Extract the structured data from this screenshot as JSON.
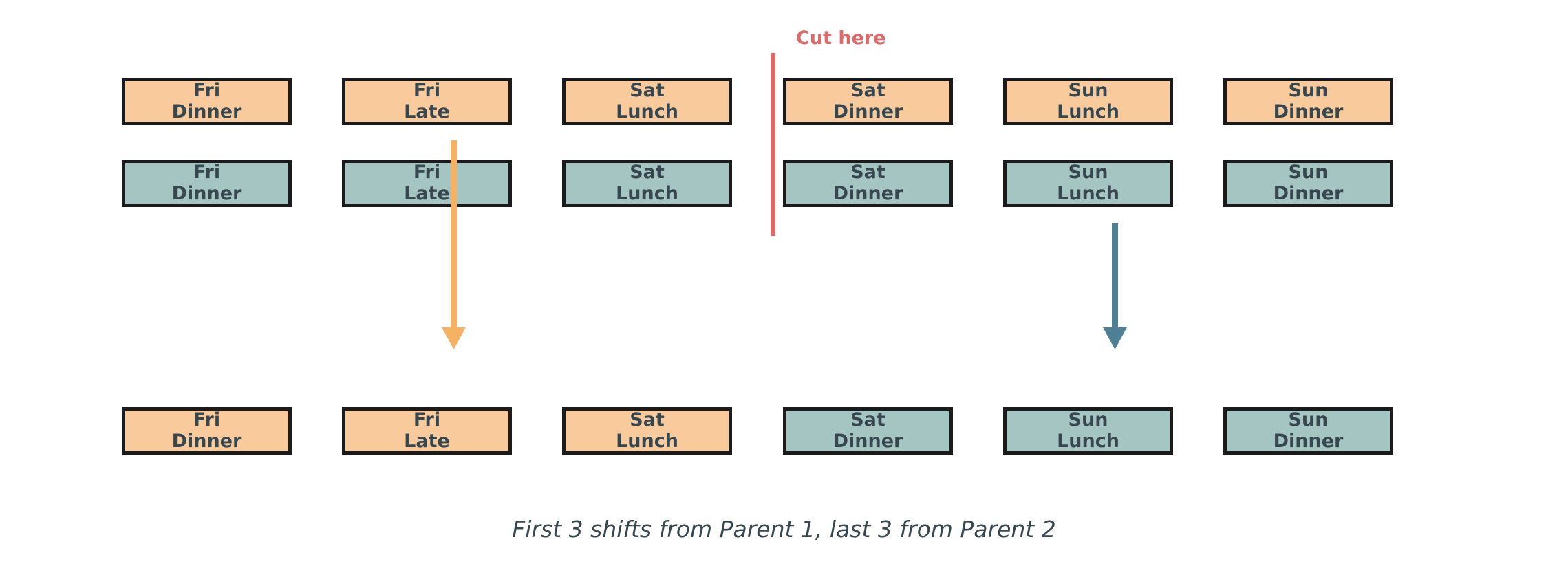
{
  "diagram": {
    "title_label": "Cut here",
    "caption": "First 3 shifts from Parent 1, last 3 from Parent 2",
    "colors": {
      "parent1": "#f9cb9c",
      "parent2": "#a5c5c3",
      "cut": "#dd6a66",
      "border": "#1b1b1b",
      "text": "#37474f"
    }
  },
  "rows": [
    {
      "name": "parent-1-row",
      "cells": [
        {
          "day": "Fri",
          "meal": "Dinner",
          "parent": "parent1"
        },
        {
          "day": "Fri",
          "meal": "Late",
          "parent": "parent1"
        },
        {
          "day": "Sat",
          "meal": "Lunch",
          "parent": "parent1"
        },
        {
          "day": "Sat",
          "meal": "Dinner",
          "parent": "parent1"
        },
        {
          "day": "Sun",
          "meal": "Lunch",
          "parent": "parent1"
        },
        {
          "day": "Sun",
          "meal": "Dinner",
          "parent": "parent1"
        }
      ]
    },
    {
      "name": "parent-2-row",
      "cells": [
        {
          "day": "Fri",
          "meal": "Dinner",
          "parent": "parent2"
        },
        {
          "day": "Fri",
          "meal": "Late",
          "parent": "parent2"
        },
        {
          "day": "Sat",
          "meal": "Lunch",
          "parent": "parent2"
        },
        {
          "day": "Sat",
          "meal": "Dinner",
          "parent": "parent2"
        },
        {
          "day": "Sun",
          "meal": "Lunch",
          "parent": "parent2"
        },
        {
          "day": "Sun",
          "meal": "Dinner",
          "parent": "parent2"
        }
      ]
    },
    {
      "name": "child-row",
      "cells": [
        {
          "day": "Fri",
          "meal": "Dinner",
          "parent": "parent1"
        },
        {
          "day": "Fri",
          "meal": "Late",
          "parent": "parent1"
        },
        {
          "day": "Sat",
          "meal": "Lunch",
          "parent": "parent1"
        },
        {
          "day": "Sat",
          "meal": "Dinner",
          "parent": "parent2"
        },
        {
          "day": "Sun",
          "meal": "Lunch",
          "parent": "parent2"
        },
        {
          "day": "Sun",
          "meal": "Dinner",
          "parent": "parent2"
        }
      ]
    }
  ],
  "arrows": [
    {
      "name": "parent1-to-child-arrow",
      "color": "#f5b263"
    },
    {
      "name": "parent2-to-child-arrow",
      "color": "#4d7f95"
    }
  ]
}
